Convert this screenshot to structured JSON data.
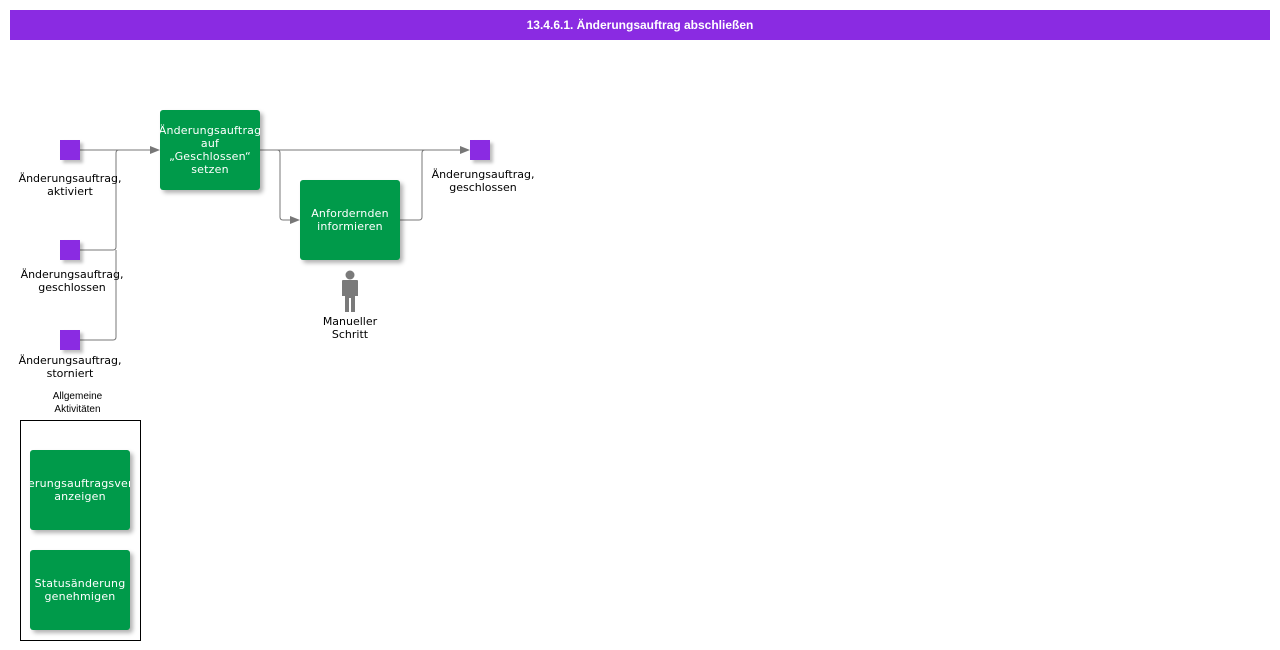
{
  "header": {
    "title": "13.4.6.1. Änderungsauftrag abschließen"
  },
  "colors": {
    "event": "#8a2be2",
    "task": "#009a4a",
    "connector": "#777777",
    "person": "#7a7a7a"
  },
  "events": {
    "start_activated": "Änderungsauftrag,\naktiviert",
    "start_closed": "Änderungsauftrag,\ngeschlossen",
    "start_cancelled": "Änderungsauftrag,\nstorniert",
    "end_closed": "Änderungsauftrag,\ngeschlossen"
  },
  "tasks": {
    "set_closed": "Änderungsauftrag\nauf\n„Geschlossen“\nsetzen",
    "inform_requester": "Anfordernden\ninformieren"
  },
  "actor": {
    "label": "Manueller\nSchritt",
    "icon": "person-icon"
  },
  "general_activities": {
    "label": "Allgemeine\nAktivitäten",
    "items": [
      "Änderungsauftragsverlauf\nanzeigen",
      "Statusänderung\ngenehmigen"
    ]
  }
}
